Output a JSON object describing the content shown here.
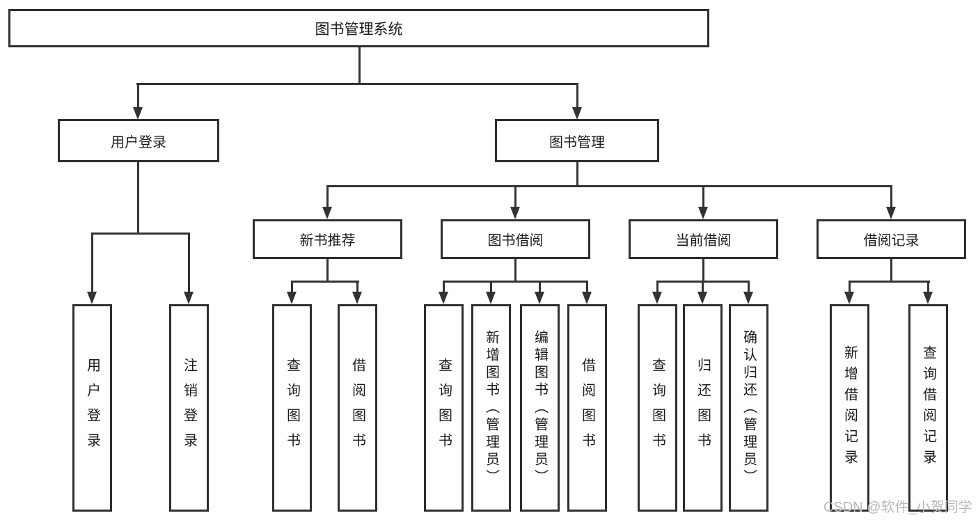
{
  "diagram": {
    "root": {
      "label": "图书管理系统"
    },
    "level2": [
      {
        "label": "用户登录"
      },
      {
        "label": "图书管理"
      }
    ],
    "level3": [
      {
        "label": "新书推荐"
      },
      {
        "label": "图书借阅"
      },
      {
        "label": "当前借阅"
      },
      {
        "label": "借阅记录"
      }
    ],
    "leaves": {
      "user_login": [
        {
          "label": "用户登录"
        },
        {
          "label": "注销登录"
        }
      ],
      "new_book": [
        {
          "label": "查询图书"
        },
        {
          "label": "借阅图书"
        }
      ],
      "book_borrow": [
        {
          "label": "查询图书"
        },
        {
          "label": "新增图书（管理员）"
        },
        {
          "label": "编辑图书（管理员）"
        },
        {
          "label": "借阅图书"
        }
      ],
      "current_borrow": [
        {
          "label": "查询图书"
        },
        {
          "label": "归还图书"
        },
        {
          "label": "确认归还（管理员）"
        }
      ],
      "borrow_record": [
        {
          "label": "新增借阅记录"
        },
        {
          "label": "查询借阅记录"
        }
      ]
    }
  },
  "watermark": {
    "text": "CSDN @软件_小贺同学"
  },
  "colors": {
    "line": "#333333",
    "box_border": "#2e2e2e",
    "box_bg": "#ffffff",
    "text": "#1b1b1b",
    "watermark": "#b9b9b9",
    "background": "#ffffff"
  }
}
